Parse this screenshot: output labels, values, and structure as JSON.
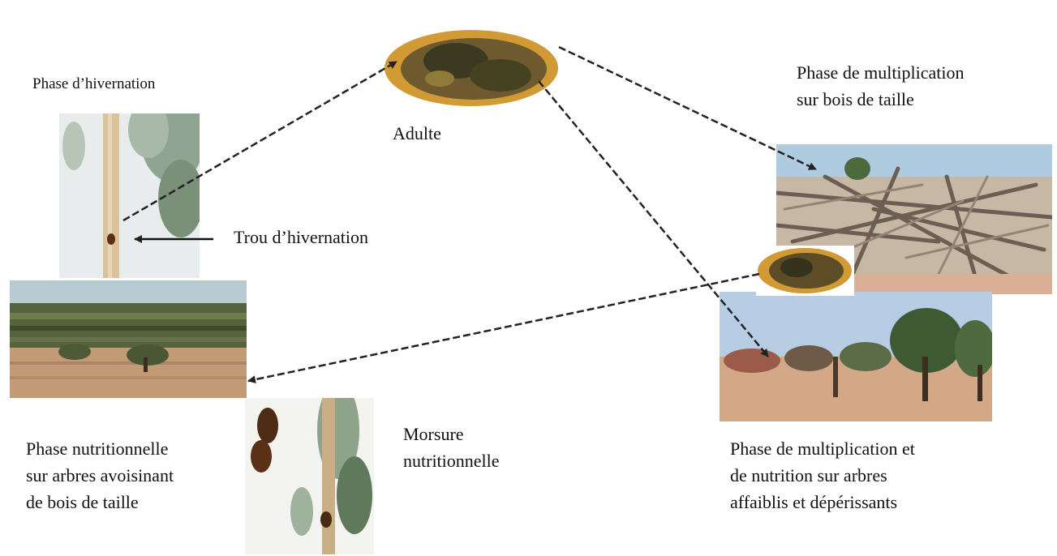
{
  "labels": {
    "hibernation_phase": "Phase d’hivernation",
    "adult": "Adulte",
    "multiplication_phase": [
      "Phase de multiplication",
      "sur bois de taille"
    ],
    "hibernation_hole": "Trou d’hivernation",
    "nutritional_phase": [
      "Phase nutritionnelle",
      "sur arbres avoisinant",
      "de bois de taille"
    ],
    "nutritional_bite": [
      "Morsure",
      "nutritionnelle"
    ],
    "multiplication_nutrition_phase": [
      "Phase de multiplication et",
      "de nutrition sur arbres",
      "affaiblis et dépérissants"
    ]
  },
  "icons": {
    "adult_beetle": "beetle-icon",
    "small_beetle": "beetle-icon",
    "twig_hole": "twig-icon",
    "pruning_wood": "woodpile-icon",
    "olive_grove": "orchard-icon",
    "declining_trees": "orchard-icon",
    "bite_twig": "twig-icon"
  },
  "colors": {
    "arrow": "#222222",
    "sky": "#bcd3e6",
    "soil": "#c59a72",
    "foliage": "#4d5d38",
    "beetle": "#d29a35"
  }
}
